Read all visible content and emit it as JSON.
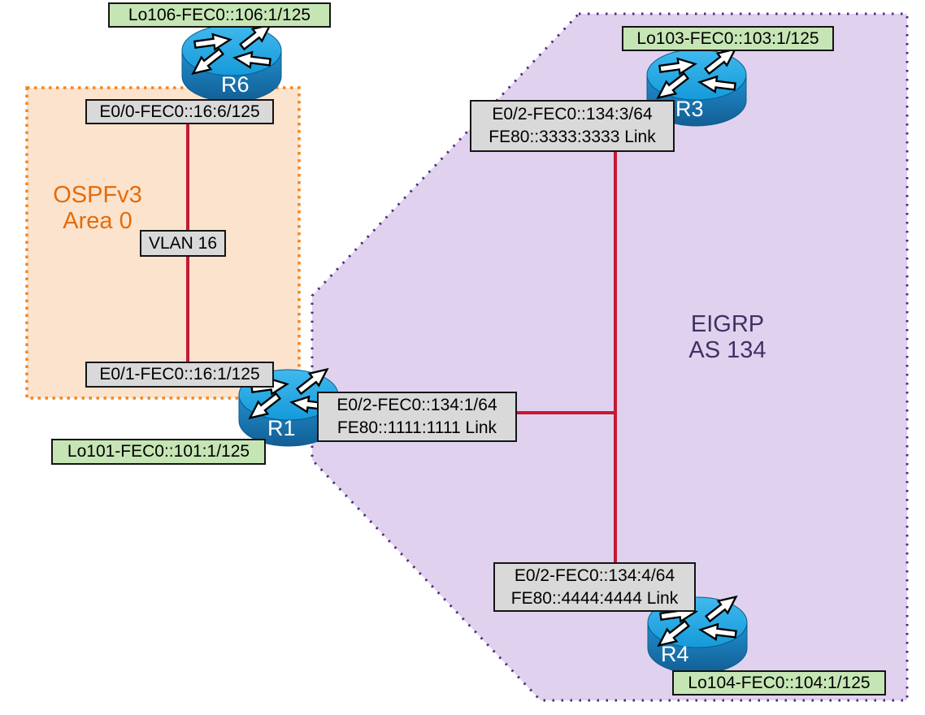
{
  "diagram_type": "network-topology",
  "regions": {
    "ospf": {
      "title_line1": "OSPFv3",
      "title_line2": "Area 0"
    },
    "eigrp": {
      "title_line1": "EIGRP",
      "title_line2": "AS 134"
    }
  },
  "routers": {
    "r6": {
      "name": "R6"
    },
    "r1": {
      "name": "R1"
    },
    "r3": {
      "name": "R3"
    },
    "r4": {
      "name": "R4"
    }
  },
  "labels": {
    "lo106": "Lo106-FEC0::106:1/125",
    "e0_0": "E0/0-FEC0::16:6/125",
    "vlan16": "VLAN 16",
    "e0_1": "E0/1-FEC0::16:1/125",
    "lo101": "Lo101-FEC0::101:1/125",
    "r1_e02_l1": "E0/2-FEC0::134:1/64",
    "r1_e02_l2": "FE80::1111:1111 Link",
    "lo103": "Lo103-FEC0::103:1/125",
    "r3_e02_l1": "E0/2-FEC0::134:3/64",
    "r3_e02_l2": "FE80::3333:3333 Link",
    "r4_e02_l1": "E0/2-FEC0::134:4/64",
    "r4_e02_l2": "FE80::4444:4444 Link",
    "lo104": "Lo104-FEC0::104:1/125"
  },
  "colors": {
    "link_red": "#C51934",
    "ospf_fill": "#FCE3CE",
    "ospf_border": "#F4861F",
    "ospf_text": "#E56C0A",
    "eigrp_fill": "#E0D2EE",
    "eigrp_border": "#4F2D7F",
    "eigrp_text": "#3E3264",
    "label_gray": "#D9D9D9",
    "label_green": "#C6E5B5",
    "router_blue_top": "#2AA9E4",
    "router_blue_body": "#1B7CBA"
  }
}
